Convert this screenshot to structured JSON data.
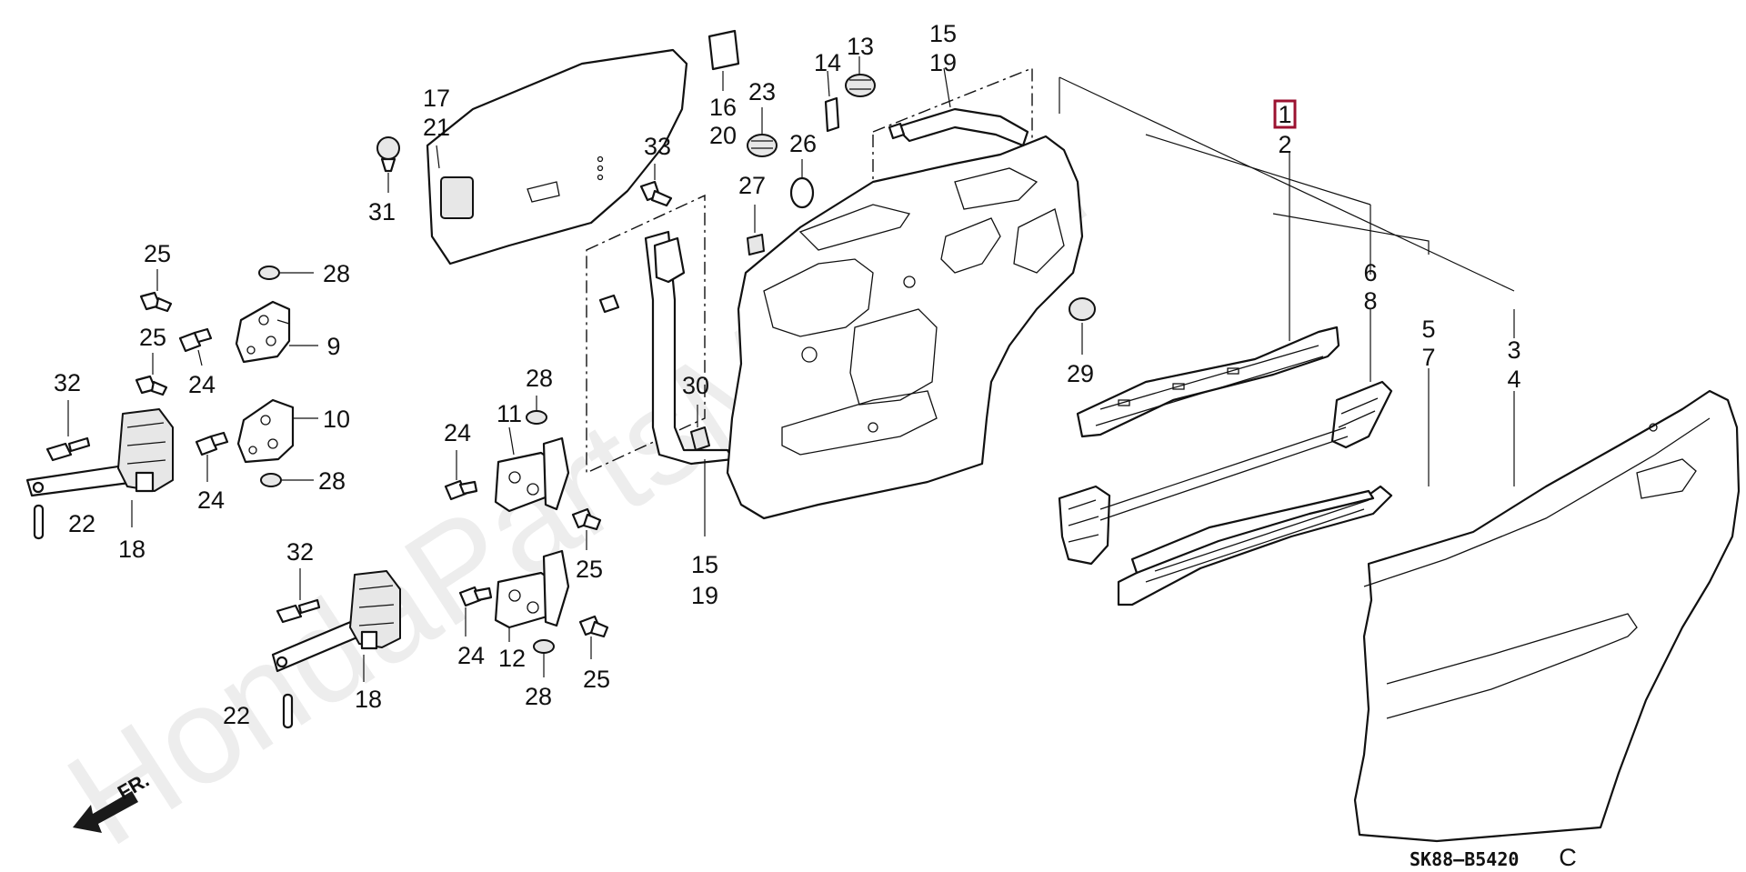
{
  "watermark": "HondaPartsMine.ru",
  "direction_label": "FR.",
  "diagram_code": "SK88–B5420",
  "diagram_code_suffix": "C",
  "highlighted_callout": "1",
  "callouts": {
    "c1": "1",
    "c2": "2",
    "c3": "3",
    "c4": "4",
    "c5": "5",
    "c6": "6",
    "c7": "7",
    "c8": "8",
    "c9": "9",
    "c10": "10",
    "c11": "11",
    "c12": "12",
    "c13": "13",
    "c14": "14",
    "c15a": "15",
    "c19a": "19",
    "c15b": "15",
    "c19b": "19",
    "c16": "16",
    "c20": "20",
    "c17": "17",
    "c21": "21",
    "c18a": "18",
    "c18b": "18",
    "c22a": "22",
    "c22b": "22",
    "c23": "23",
    "c24a": "24",
    "c24b": "24",
    "c24c": "24",
    "c24d": "24",
    "c25a": "25",
    "c25b": "25",
    "c25c": "25",
    "c25d": "25",
    "c26": "26",
    "c27": "27",
    "c28a": "28",
    "c28b": "28",
    "c28c": "28",
    "c28d": "28",
    "c29": "29",
    "c30": "30",
    "c31": "31",
    "c32a": "32",
    "c32b": "32",
    "c33": "33"
  },
  "colors": {
    "highlight": "#9b1230",
    "line": "#111111",
    "watermark": "#bdbdbd"
  }
}
